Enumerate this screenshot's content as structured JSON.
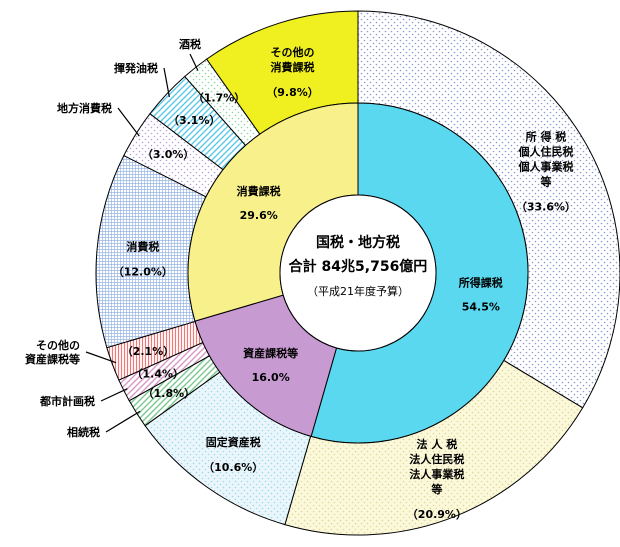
{
  "chart_data": {
    "type": "pie",
    "center_text": {
      "line1": "国税・地方税",
      "line2": "合計 84兆5,756億円",
      "line3": "（平成21年度予算）"
    },
    "inner_ring": [
      {
        "id": "inc",
        "name": "所得課税",
        "value": 54.5,
        "label": "54.5%",
        "color": "#5ad8f0"
      },
      {
        "id": "ast",
        "name": "資産課税等",
        "value": 16.0,
        "label": "16.0%",
        "color": "#c89ad2"
      },
      {
        "id": "con",
        "name": "消費課税",
        "value": 29.6,
        "label": "29.6%",
        "color": "#f8f08a"
      }
    ],
    "outer_ring": [
      {
        "id": "o1",
        "name": "所 得 税\n個人住民税\n個人事業税\n等",
        "value": 33.6,
        "label": "（33.6%）",
        "color": "#8a9ad0",
        "bg": "#ffffff",
        "pattern": "dots"
      },
      {
        "id": "o2",
        "name": "法 人 税\n法人住民税\n法人事業税\n等",
        "value": 20.9,
        "label": "（20.9%）",
        "color": "#e0d890",
        "bg": "#fbf8dc",
        "pattern": "dots"
      },
      {
        "id": "o3",
        "name": "固定資産税",
        "value": 10.6,
        "label": "（10.6%）",
        "color": "#9ed8ea",
        "bg": "#eaf6fb",
        "pattern": "dots"
      },
      {
        "id": "o4",
        "name": "相続税",
        "value": 1.8,
        "label": "（1.8%）",
        "color": "#7ac890",
        "bg": "#ffffff",
        "pattern": "diag"
      },
      {
        "id": "o5",
        "name": "都市計画税",
        "value": 1.4,
        "label": "（1.4%）",
        "color": "#d898c8",
        "bg": "#ffffff",
        "pattern": "diag"
      },
      {
        "id": "o6",
        "name": "その他の\n資産課税等",
        "value": 2.1,
        "label": "（2.1%）",
        "color": "#f07878",
        "bg": "#ffffff",
        "pattern": "vert"
      },
      {
        "id": "o7",
        "name": "消費税",
        "value": 12.0,
        "label": "（12.0%）",
        "color": "#9ab8e6",
        "bg": "#ffffff",
        "pattern": "grid"
      },
      {
        "id": "o8",
        "name": "地方消費税",
        "value": 3.0,
        "label": "（3.0%）",
        "color": "#b8a0d8",
        "bg": "#ffffff",
        "pattern": "dots"
      },
      {
        "id": "o9",
        "name": "揮発油税",
        "value": 3.1,
        "label": "（3.1%）",
        "color": "#5ac8e8",
        "bg": "#ffffff",
        "pattern": "diag"
      },
      {
        "id": "o10",
        "name": "酒税",
        "value": 1.7,
        "label": "（1.7%）",
        "color": "#8ad8a0",
        "bg": "#ffffff",
        "pattern": "dots"
      },
      {
        "id": "o11",
        "name": "その他の\n消費課税",
        "value": 9.8,
        "label": "（9.8%）",
        "color": "#f0f020",
        "bg": "#f0f020",
        "pattern": "solid"
      }
    ]
  }
}
